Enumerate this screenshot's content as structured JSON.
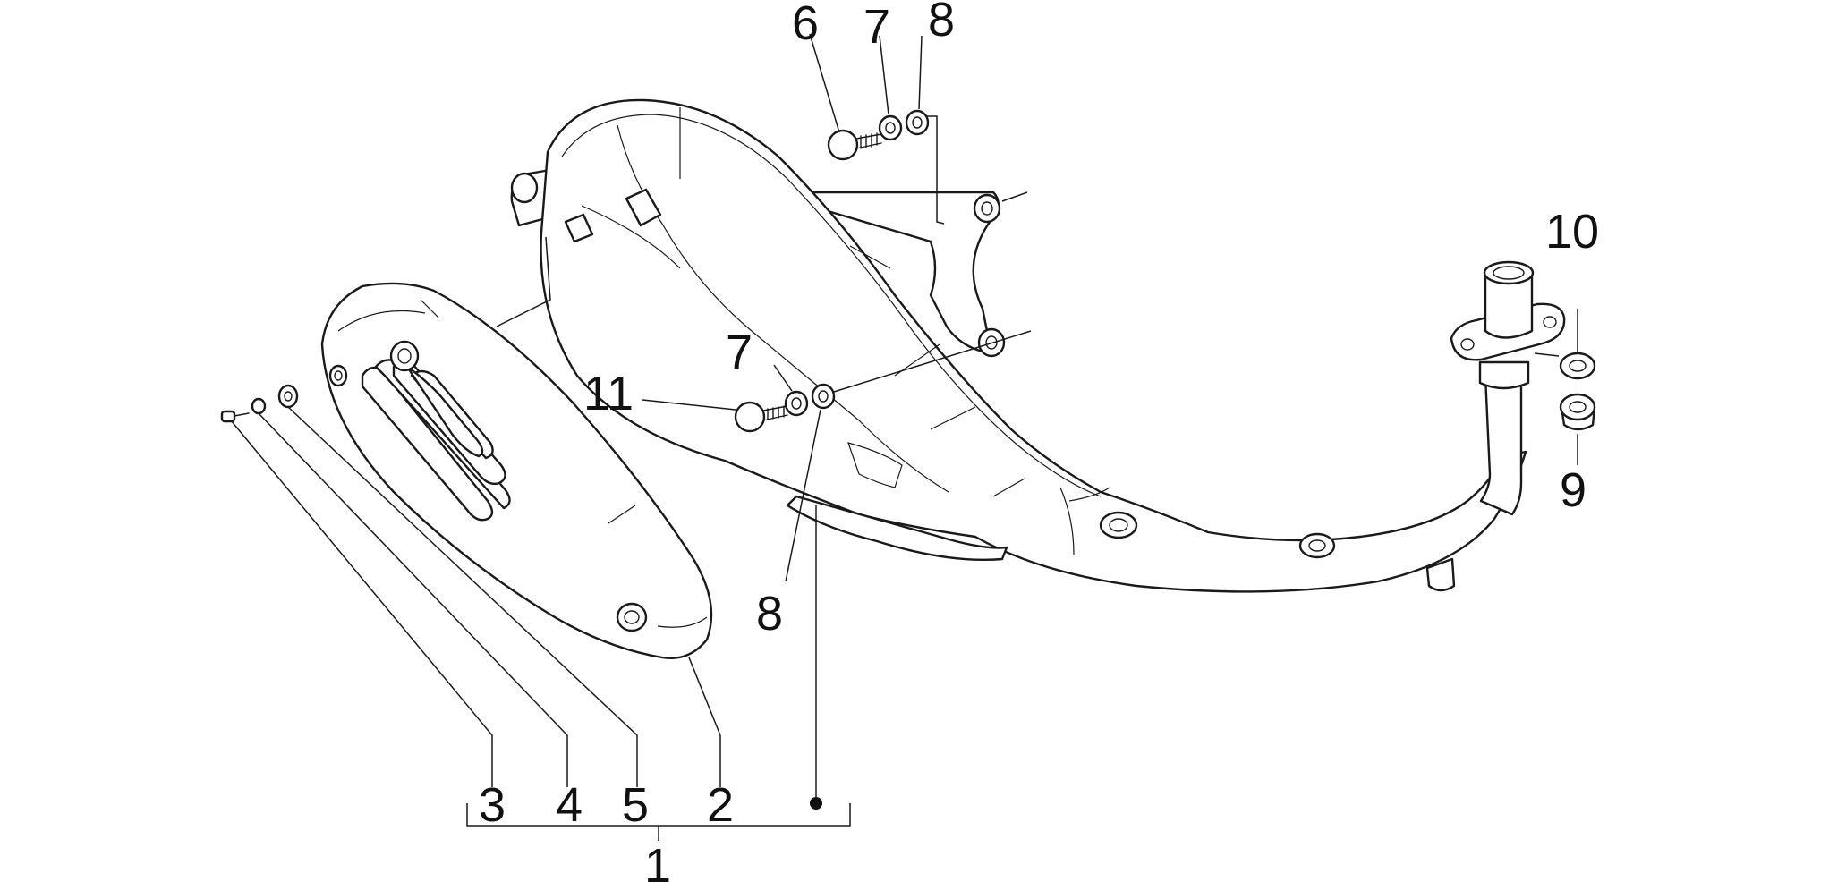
{
  "callouts": {
    "c1": "1",
    "c2": "2",
    "c3": "3",
    "c4": "4",
    "c5": "5",
    "c6": "6",
    "c7_top": "7",
    "c8_top": "8",
    "c7_mid": "7",
    "c11": "11",
    "c8_bottom": "8",
    "c10": "10",
    "c9": "9"
  },
  "colors": {
    "line": "#1a1a1a",
    "background": "#ffffff"
  }
}
